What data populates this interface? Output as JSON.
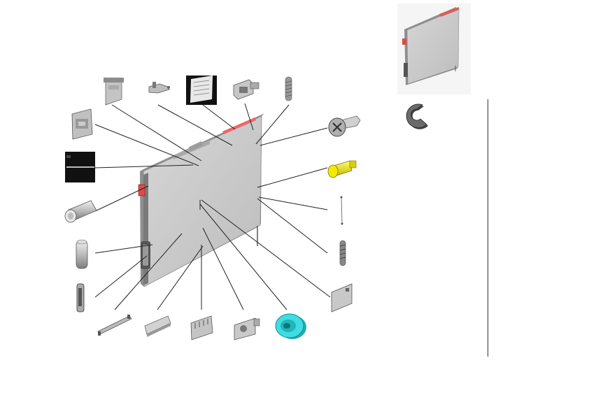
{
  "diagram": {
    "type": "exploded-parts-view",
    "colors": {
      "panel_face": "#c9c9c9",
      "panel_edge": "#9a9a9a",
      "part_gray": "#b8b8b8",
      "accent_red": "#d9534f",
      "part_yellow": "#f2e600",
      "part_cyan": "#39d0d6",
      "label_black": "#111111",
      "leader": "#222222"
    },
    "parts": [
      {
        "name": "hinge-bracket",
        "icon": "bracket-icon"
      },
      {
        "name": "clip",
        "icon": "clip-icon"
      },
      {
        "name": "label-sticker",
        "icon": "sticker-icon"
      },
      {
        "name": "connector",
        "icon": "connector-icon"
      },
      {
        "name": "spring-top",
        "icon": "spring-icon"
      },
      {
        "name": "screw",
        "icon": "screw-icon"
      },
      {
        "name": "yellow-pin",
        "icon": "pin-icon"
      },
      {
        "name": "wire",
        "icon": "wire-icon"
      },
      {
        "name": "spring-right",
        "icon": "spring-icon"
      },
      {
        "name": "small-plate",
        "icon": "plate-icon"
      },
      {
        "name": "cyan-pulley",
        "icon": "pulley-icon"
      },
      {
        "name": "gear-plate",
        "icon": "gear-plate-icon"
      },
      {
        "name": "comb-plate",
        "icon": "comb-icon"
      },
      {
        "name": "rubber-pad",
        "icon": "pad-icon"
      },
      {
        "name": "rail",
        "icon": "rail-icon"
      },
      {
        "name": "latch",
        "icon": "latch-icon"
      },
      {
        "name": "roller-small",
        "icon": "roller-icon"
      },
      {
        "name": "roller-large",
        "icon": "roller-icon"
      },
      {
        "name": "black-strip",
        "icon": "strip-icon"
      },
      {
        "name": "side-bracket",
        "icon": "bracket-icon"
      }
    ],
    "inset": {
      "name": "assembled-view",
      "icon": "panel-icon"
    },
    "c_ring": {
      "name": "c-ring",
      "icon": "c-ring-icon"
    }
  }
}
